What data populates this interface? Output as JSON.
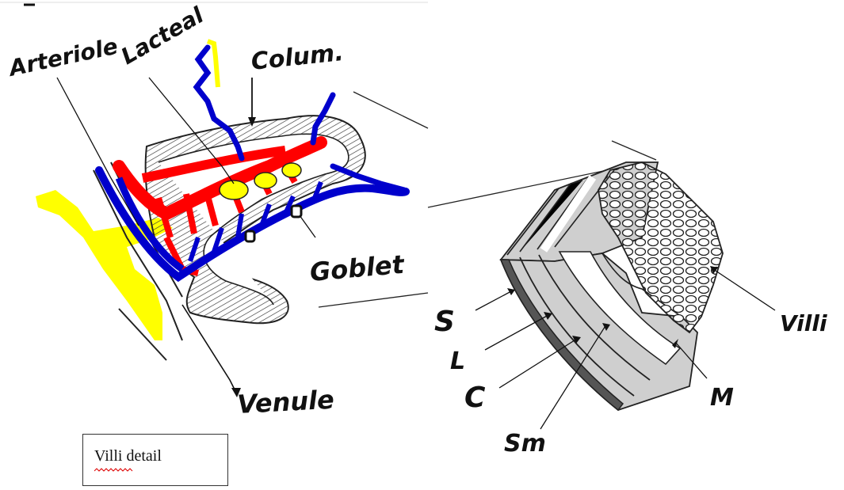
{
  "colors": {
    "arteriole": "#ff0000",
    "venule": "#0000cc",
    "lacteal": "#ffff00",
    "wall": "#888888",
    "outline": "#222222"
  },
  "labels": {
    "arteriole": "Arteriole",
    "lacteal": "Lacteal",
    "colum": "Colum.",
    "goblet": "Goblet",
    "venule": "Venule",
    "s": "S",
    "l": "L",
    "c": "C",
    "sm": "Sm",
    "m": "M",
    "villi": "Villi"
  },
  "caption": "Villi detail"
}
